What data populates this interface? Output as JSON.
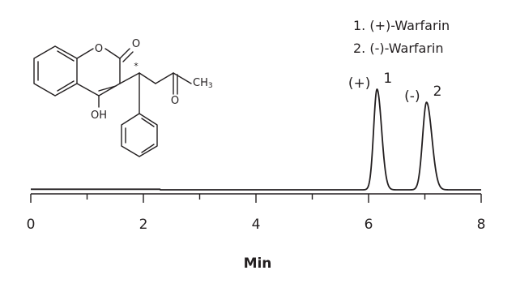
{
  "chart_data": {
    "type": "line",
    "xlabel": "Min",
    "ylabel": "",
    "xlim": [
      0,
      8
    ],
    "x_ticks": [
      "0",
      "2",
      "4",
      "6",
      "8"
    ],
    "grid": false,
    "legend_position": "top-right",
    "legend": [
      "1. (+)-Warfarin",
      "2. (-)-Warfarin"
    ],
    "peaks": [
      {
        "number": "1",
        "label": "(+)",
        "name": "(+)-Warfarin",
        "retention_time": 6.15,
        "relative_height": 1.0,
        "width": 0.06
      },
      {
        "number": "2",
        "label": "(-)",
        "name": "(-)-Warfarin",
        "retention_time": 7.03,
        "relative_height": 0.87,
        "width": 0.07
      }
    ],
    "baseline_step_time": 2.3
  },
  "structure": {
    "atoms": {
      "ring_o": "O",
      "carbonyl_o": "O",
      "hydroxyl": "OH",
      "chiral_marker": "*",
      "ketone_o": "O",
      "methyl": "CH",
      "methyl_sub": "3"
    }
  }
}
